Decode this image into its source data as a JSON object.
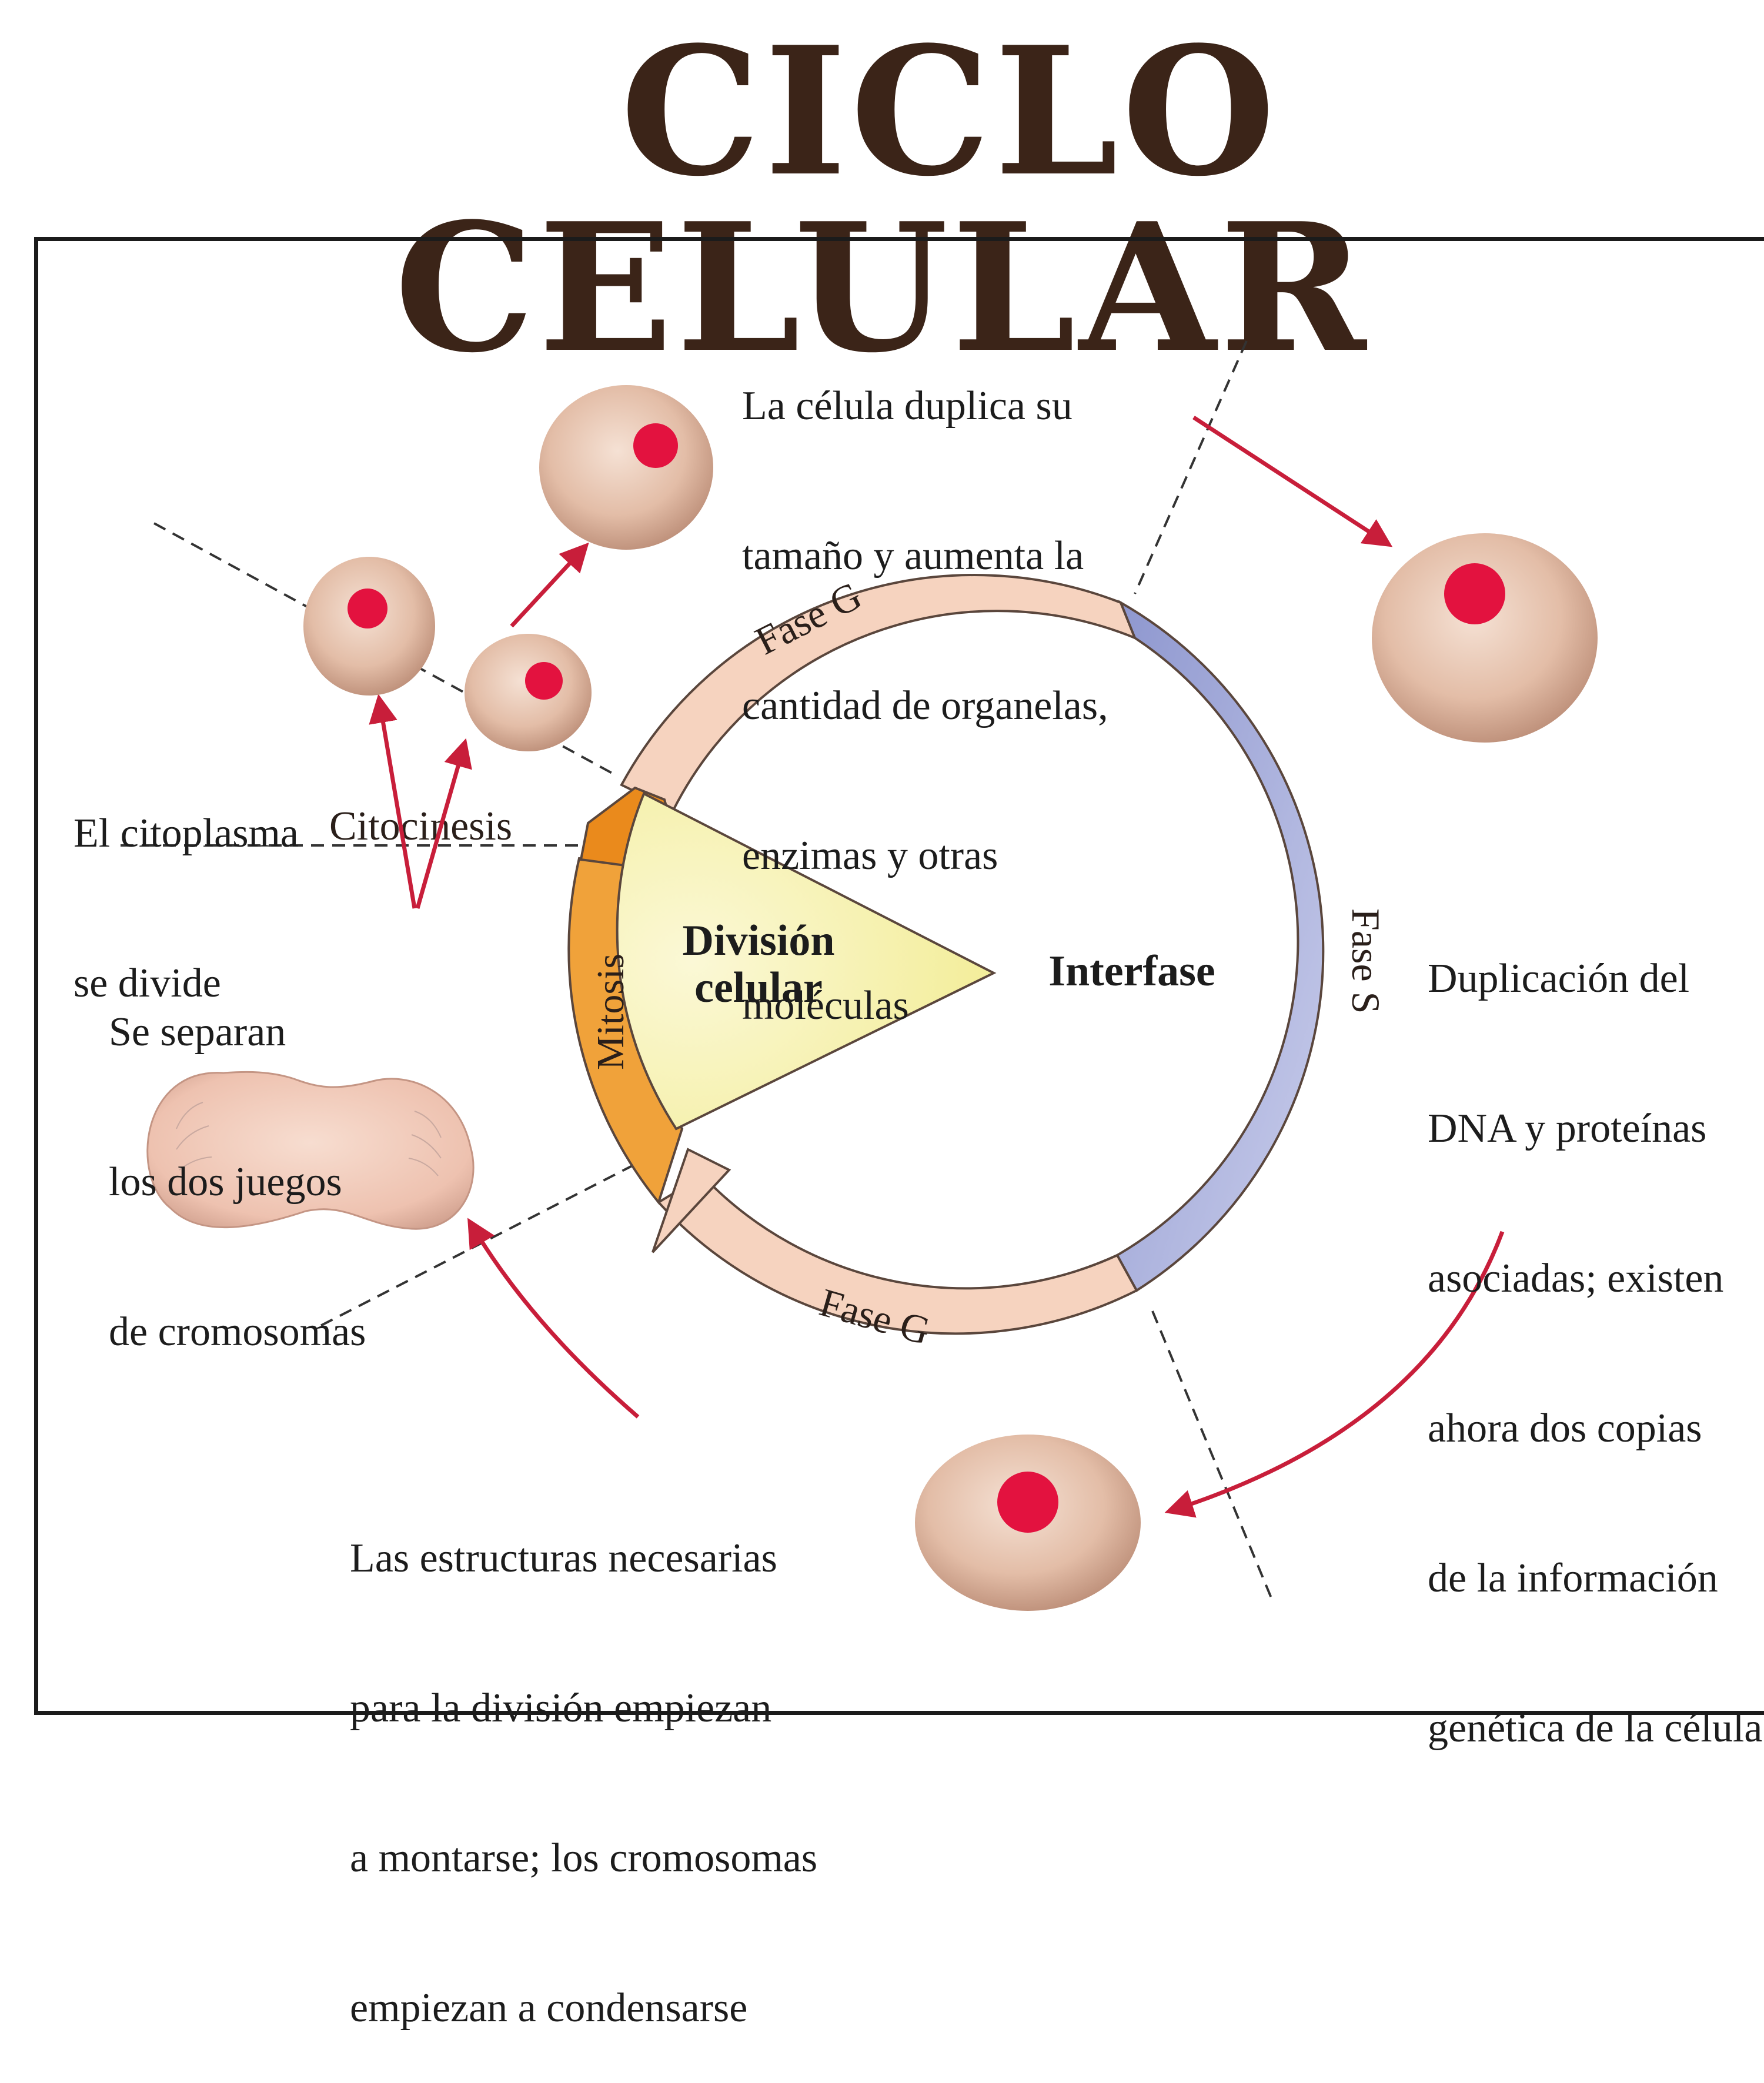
{
  "title": "CICLO CELULAR",
  "phases": {
    "g1": "Fase G",
    "s": "Fase S",
    "g2": "Fase G",
    "mitosis": "Mitosis",
    "cytokinesis": "Citocinesis"
  },
  "center": {
    "division_line1": "División",
    "division_line2": "celular",
    "interphase": "Interfase"
  },
  "notes": {
    "g1": [
      "La célula duplica su",
      "tamaño y aumenta la",
      "cantidad de organelas,",
      "enzimas y otras",
      "moléculas"
    ],
    "s": [
      "Duplicación del",
      "DNA y proteínas",
      "asociadas; existen",
      "ahora dos copias",
      "de la información",
      "genética de la célula"
    ],
    "g2": [
      "Las estructuras necesarias",
      "para la división empiezan",
      "a montarse; los cromosomas",
      "empiezan a condensarse"
    ],
    "cytoplasm": [
      "El citoplasma",
      "se divide"
    ],
    "chromosomes": [
      "Se separan",
      "los dos juegos",
      "de cromosomas"
    ]
  },
  "colors": {
    "title": "#3b2418",
    "g_phase": "#f6d3bf",
    "s_phase": "#aeb5dc",
    "mitosis": "#f0a23a",
    "cytokinesis": "#ea8a1c",
    "division_wedge": "#f7f3b2",
    "arrow": "#c81e3a",
    "cell": "#e2bca8",
    "nucleus": "#e3123f"
  }
}
